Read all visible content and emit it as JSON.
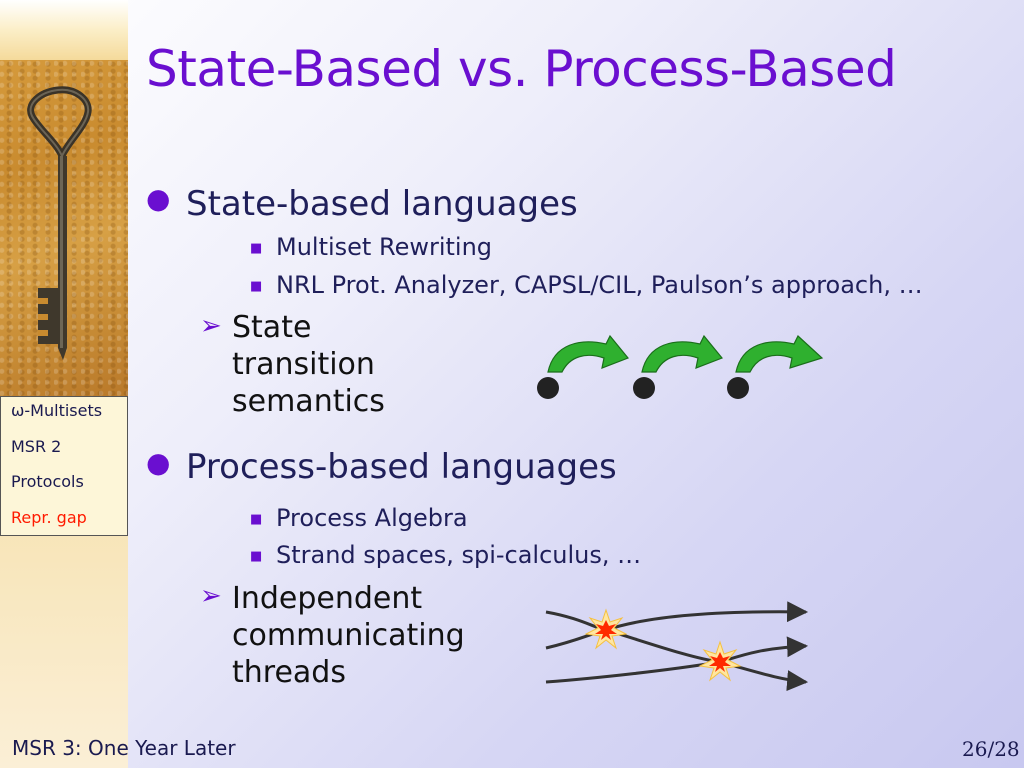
{
  "slide": {
    "title": "State-Based vs. Process-Based",
    "footer_left": "MSR 3: One Year Later",
    "page_number": "26/28"
  },
  "nav": {
    "items": [
      {
        "label": "ω-Multisets",
        "active": false
      },
      {
        "label": "MSR 2",
        "active": false
      },
      {
        "label": "Protocols",
        "active": false
      },
      {
        "label": "Repr. gap",
        "active": true
      }
    ],
    "active_color": "#ff1a00"
  },
  "content": {
    "state": {
      "heading": "State-based languages",
      "sub_items": [
        "Multiset Rewriting",
        "NRL Prot. Analyzer, CAPSL/CIL, Paulson’s approach, …"
      ],
      "point_lines": [
        "State",
        "transition",
        "semantics"
      ]
    },
    "process": {
      "heading": "Process-based languages",
      "sub_items": [
        "Process Algebra",
        "Strand spaces, spi-calculus, …"
      ],
      "point_lines": [
        "Independent",
        "communicating",
        "threads"
      ]
    }
  },
  "colors": {
    "title": "#6a0fd0",
    "bullet": "#6a0fd0",
    "arrow_green": "#2fb02f",
    "burst": "#ff2a00"
  },
  "icons": {
    "level1_bullet": "bullet-dot",
    "level2_bullet": "square-bullet",
    "level3_bullet": "chevron-arrow-bullet"
  }
}
